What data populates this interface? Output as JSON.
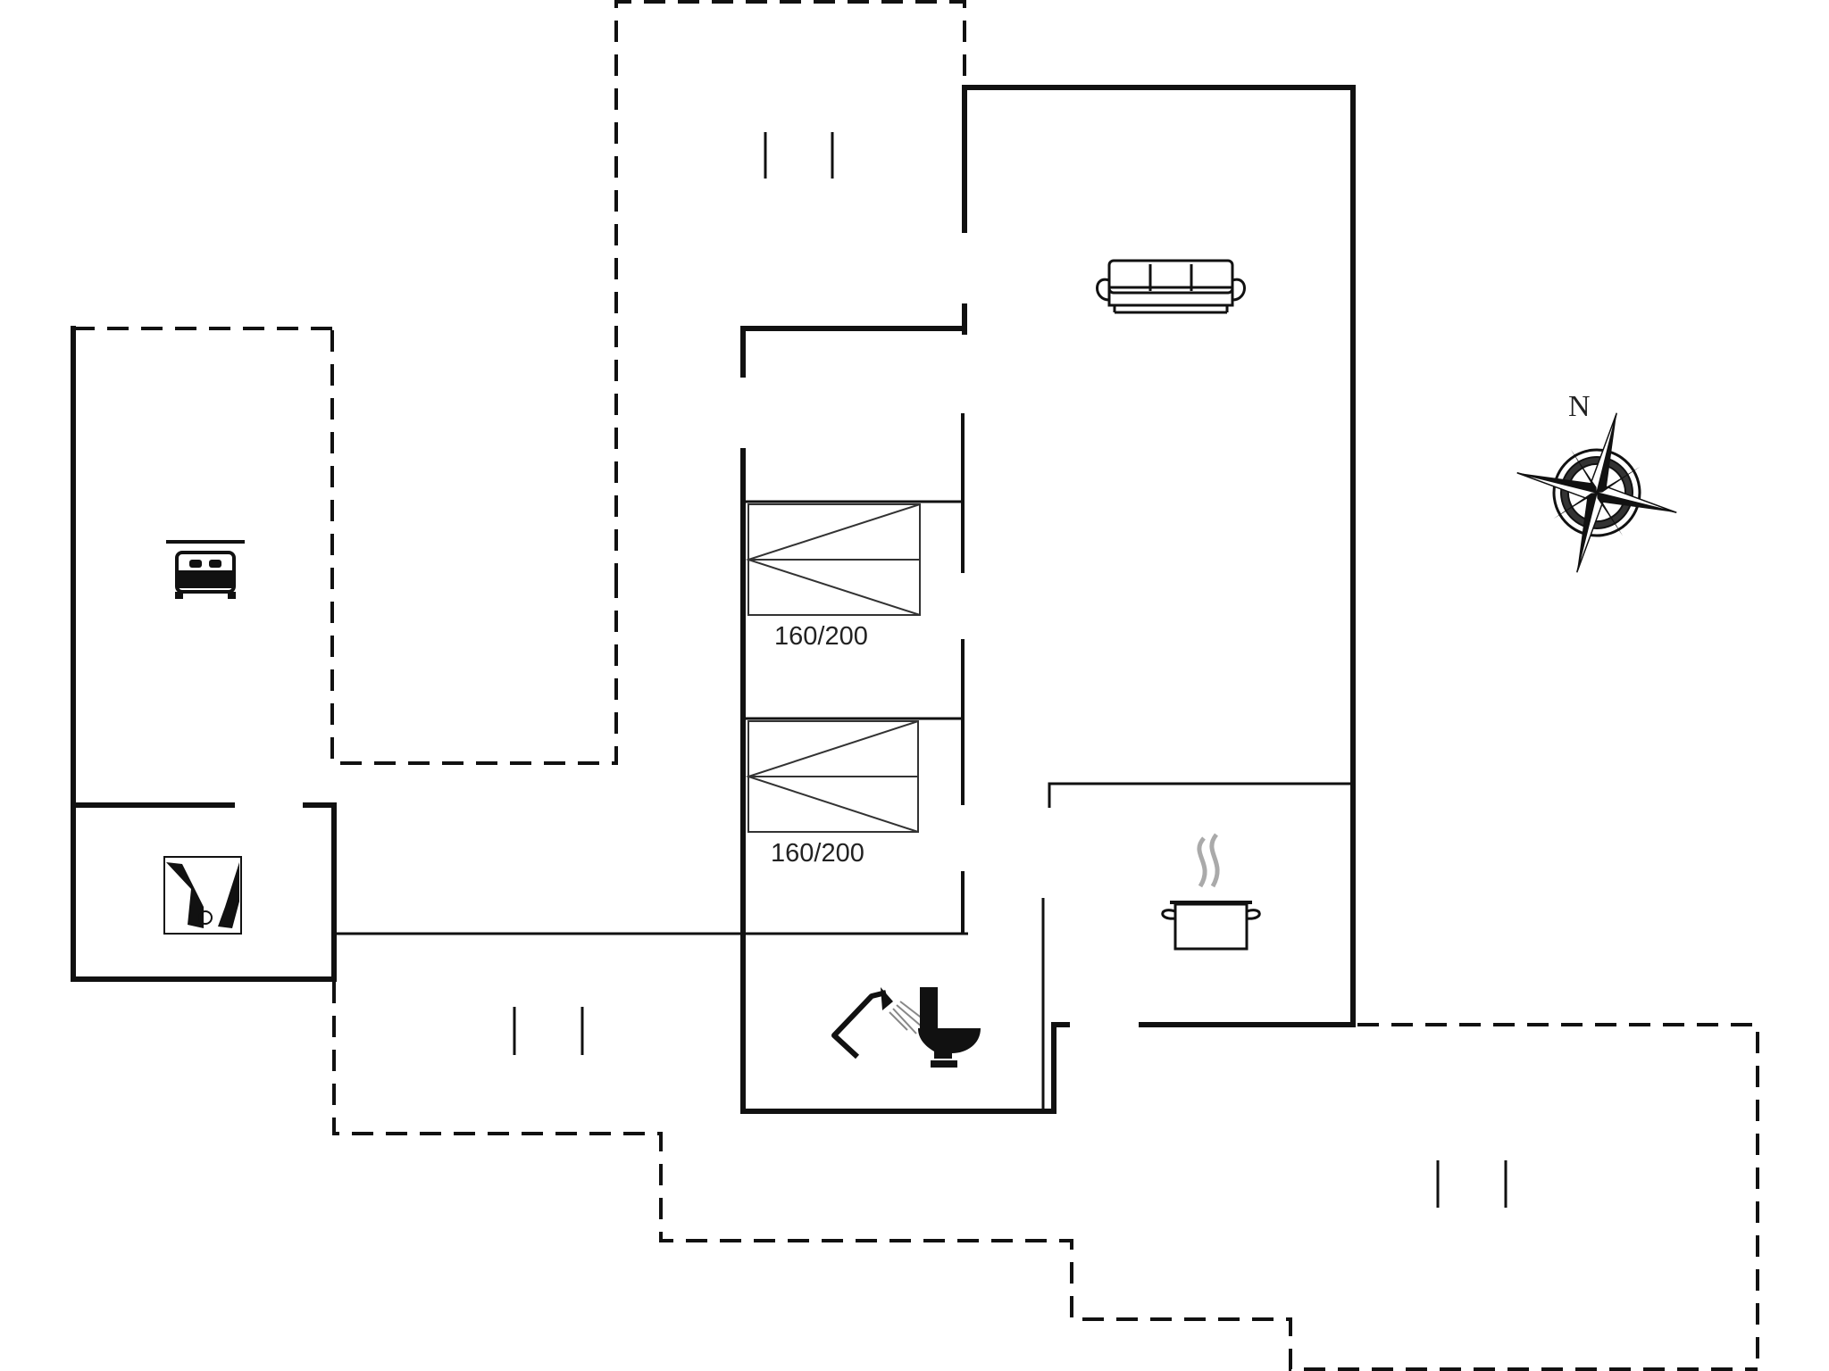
{
  "floorplan": {
    "bed_labels": [
      "160/200",
      "160/200"
    ],
    "compass": {
      "north_label": "N"
    },
    "icons": {
      "sofa": "sofa-icon",
      "bedroom": "double-bed-icon",
      "laundry": "laundry-icon",
      "kitchen": "cooking-pot-icon",
      "bathroom_shower": "shower-icon",
      "bathroom_toilet": "toilet-icon",
      "compass": "compass-rose-icon"
    },
    "colors": {
      "line": "#111111",
      "background": "#ffffff",
      "steam": "#aaaaaa"
    }
  }
}
